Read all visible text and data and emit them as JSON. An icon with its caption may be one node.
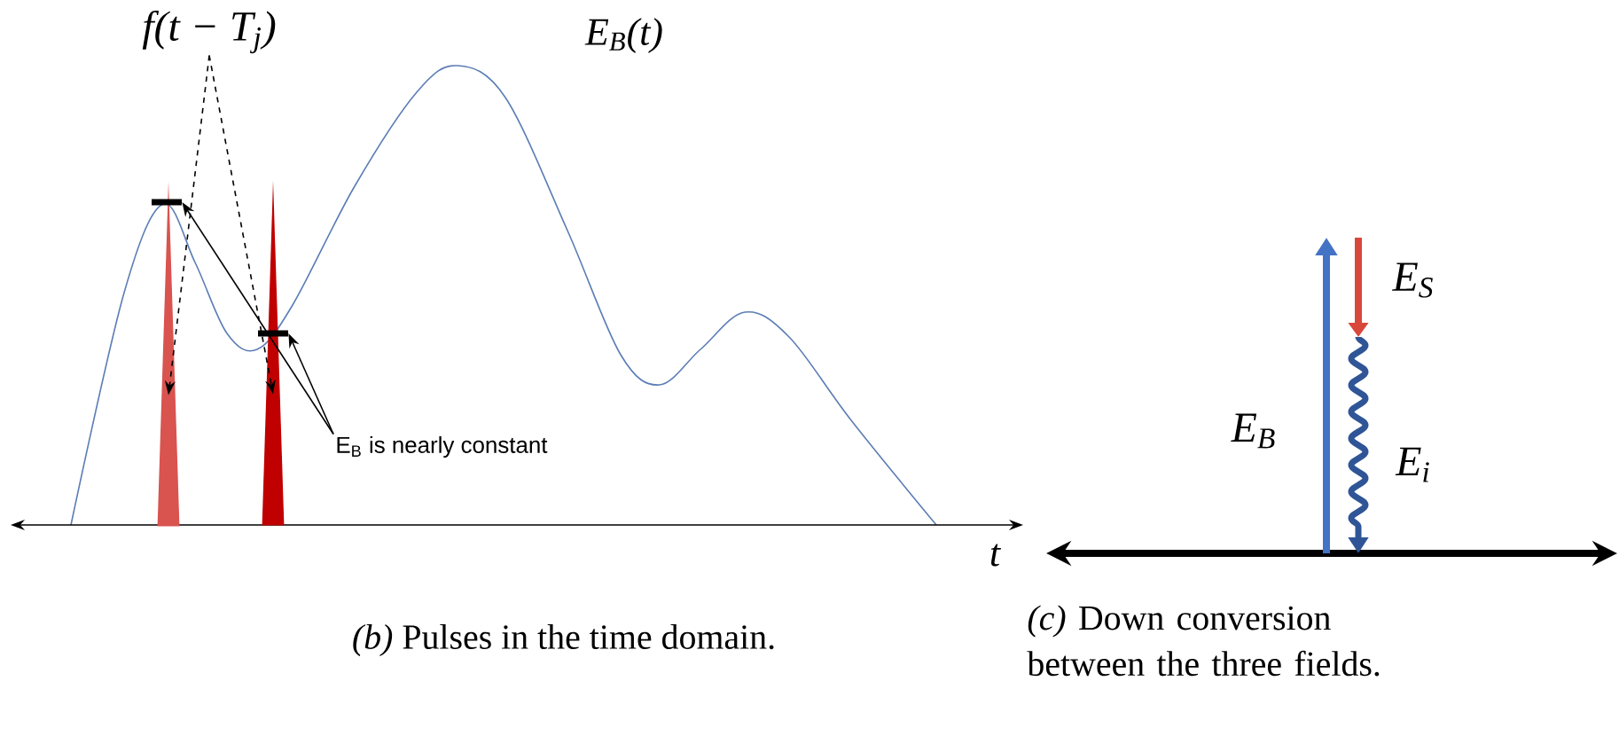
{
  "diagram": {
    "nodes": [
      {
        "text": [
          "f(t − T$_{j}$)"
        ]
      },
      {
        "text": [],
        "shape": "bar"
      },
      {
        "text": [],
        "shape": "bar"
      },
      {
        "text": [
          "E$_{B}$ is nearly constant"
        ]
      },
      {
        "text": [],
        "shape": "bar"
      },
      {
        "text": [],
        "shape": "bar"
      }
    ],
    "edges": [
      {
        "from": 0,
        "to": 1,
        "arrow": "to",
        "style": "dashed"
      },
      {
        "from": 0,
        "to": 2,
        "arrow": "to",
        "style": "dashed"
      },
      {
        "from": 3,
        "to": 4,
        "arrow": "to"
      },
      {
        "from": 3,
        "to": 5,
        "arrow": "to"
      }
    ],
    "labels": [
      "E$_{B}$(t)",
      "t",
      "E$_{B}$",
      "E$_{S}$",
      "E$_{i}$",
      "*(b)* Pulses in the time domain.",
      "*(c)* Down conversion between the three fields."
    ]
  }
}
